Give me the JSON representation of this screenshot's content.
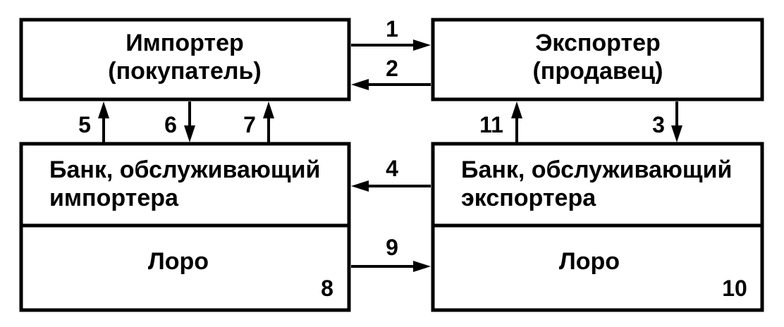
{
  "importer": {
    "line1": "Импортер",
    "line2": "(покупатель)"
  },
  "exporter": {
    "line1": "Экспортер",
    "line2": "(продавец)"
  },
  "importer_bank": {
    "line1": "Банк, обслуживающий",
    "line2": "импортера",
    "loro_label": "Лоро",
    "number": "8"
  },
  "exporter_bank": {
    "line1": "Банк, обслуживающий",
    "line2": "экспортера",
    "loro_label": "Лоро",
    "number": "10"
  },
  "flows": {
    "f1": "1",
    "f2": "2",
    "f3": "3",
    "f4": "4",
    "f5": "5",
    "f6": "6",
    "f7": "7",
    "f9": "9",
    "f11": "11"
  },
  "colors": {
    "stroke": "#000000",
    "background": "#ffffff"
  }
}
